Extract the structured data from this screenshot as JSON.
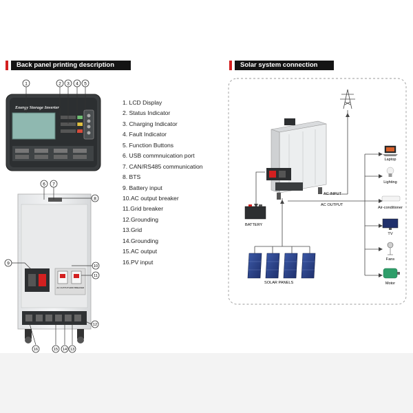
{
  "headers": {
    "back_panel": "Back panel printing description",
    "solar": "Solar system connection"
  },
  "lcd_panel_title": "Energy Storage Inverter",
  "legend": [
    "1.  LCD Display",
    "2.  Status Indicator",
    "3.  Charging Indicator",
    "4.  Fault Indicator",
    "5.  Function Buttons",
    "6.  USB commnuication port",
    "7.  CAN/RS485 communication",
    "8.  BTS",
    "9.  Battery input",
    "10.AC output breaker",
    "11.Grid breaker",
    "12.Grounding",
    "13.Grid",
    "14.Grounding",
    "15.AC output",
    "16.PV input"
  ],
  "callouts_top": [
    "1",
    "2",
    "3",
    "4",
    "5"
  ],
  "callouts_back": {
    "c6": "6",
    "c7": "7",
    "c8": "8",
    "c9": "9",
    "c10": "10",
    "c11": "11",
    "c12": "12",
    "c13": "13",
    "c14": "14",
    "c15": "15",
    "c16": "16"
  },
  "breaker_labels": {
    "ac_output": "AC OUTPUT",
    "grid": "GRID BREAKER"
  },
  "solar": {
    "ac_input": "AC INPUT",
    "ac_output": "AC OUTPUT",
    "battery": "BATTERY",
    "solar_panels": "SOLAR PANELS",
    "loads": [
      "Laptop",
      "Lighting",
      "Air-conditioner",
      "TV",
      "Fans",
      "Motor"
    ]
  },
  "colors": {
    "accent": "#d32020",
    "header_bg": "#141414",
    "panel_dark": "#3a3d3f",
    "lcd_green": "#8fb8b0"
  }
}
